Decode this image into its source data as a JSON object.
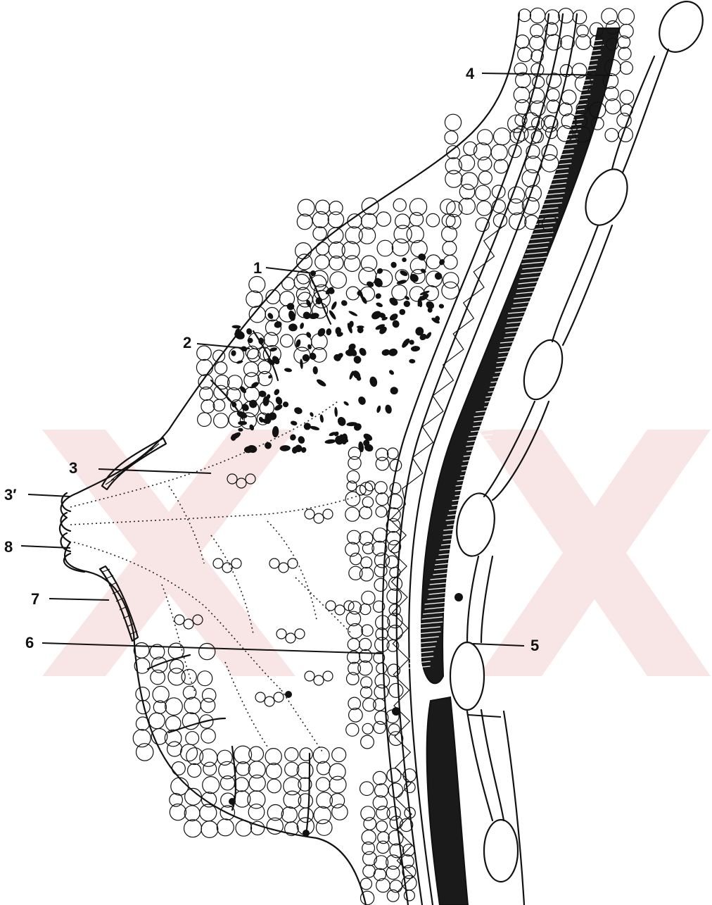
{
  "labels": {
    "l1": "1",
    "l2": "2",
    "l3": "3",
    "l3p": "3′",
    "l4": "4",
    "l5": "5",
    "l6": "6",
    "l7": "7",
    "l8": "8"
  },
  "colors": {
    "ink": "#111111",
    "watermark": "#f2c4c4",
    "background": "#ffffff"
  }
}
